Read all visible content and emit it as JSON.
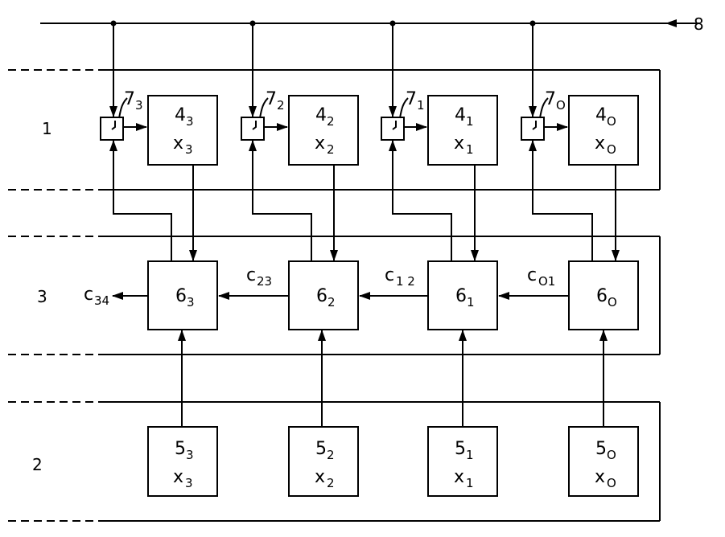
{
  "bus_label": "8",
  "rows": {
    "top": "1",
    "middle": "3",
    "bottom": "2"
  },
  "cells": [
    {
      "main": "4",
      "main_sub": "3",
      "var": "x",
      "var_sub": "3",
      "reg": "7",
      "reg_sub": "3",
      "logic": "6",
      "logic_sub": "3",
      "src": "5",
      "src_sub": "3",
      "src_var": "x",
      "src_var_sub": "3"
    },
    {
      "main": "4",
      "main_sub": "2",
      "var": "x",
      "var_sub": "2",
      "reg": "7",
      "reg_sub": "2",
      "logic": "6",
      "logic_sub": "2",
      "src": "5",
      "src_sub": "2",
      "src_var": "x",
      "src_var_sub": "2"
    },
    {
      "main": "4",
      "main_sub": "1",
      "var": "x",
      "var_sub": "1",
      "reg": "7",
      "reg_sub": "1",
      "logic": "6",
      "logic_sub": "1",
      "src": "5",
      "src_sub": "1",
      "src_var": "x",
      "src_var_sub": "1"
    },
    {
      "main": "4",
      "main_sub": "O",
      "var": "x",
      "var_sub": "O",
      "reg": "7",
      "reg_sub": "O",
      "logic": "6",
      "logic_sub": "O",
      "src": "5",
      "src_sub": "O",
      "src_var": "x",
      "src_var_sub": "O"
    }
  ],
  "carries": [
    {
      "base": "c",
      "sub": "34"
    },
    {
      "base": "c",
      "sub": "23"
    },
    {
      "base": "c",
      "sub": "1 2"
    },
    {
      "base": "c",
      "sub": "O1"
    }
  ]
}
